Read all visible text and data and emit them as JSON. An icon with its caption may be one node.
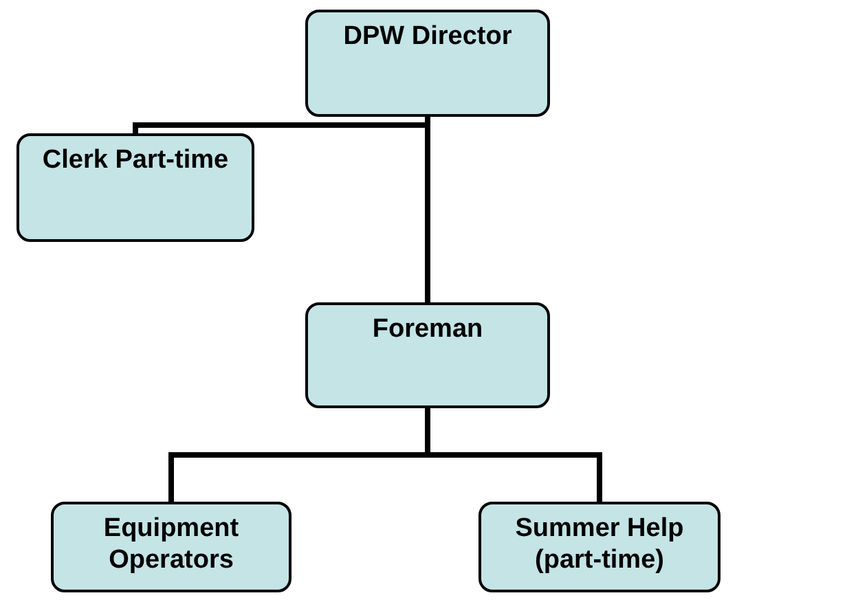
{
  "diagram": {
    "nodes": [
      {
        "text": [
          "DPW Director"
        ]
      },
      {
        "text": [
          "Clerk Part-time"
        ]
      },
      {
        "text": [
          "Foreman"
        ]
      },
      {
        "text": [
          "Equipment Operators"
        ]
      },
      {
        "text": [
          "Summer Help (part-time)"
        ]
      }
    ],
    "edges": [
      {
        "from": 0,
        "to": 1,
        "arrow": "none"
      },
      {
        "from": 0,
        "to": 2,
        "arrow": "none"
      },
      {
        "from": 2,
        "to": 3,
        "arrow": "none"
      },
      {
        "from": 2,
        "to": 4,
        "arrow": "none"
      }
    ]
  }
}
